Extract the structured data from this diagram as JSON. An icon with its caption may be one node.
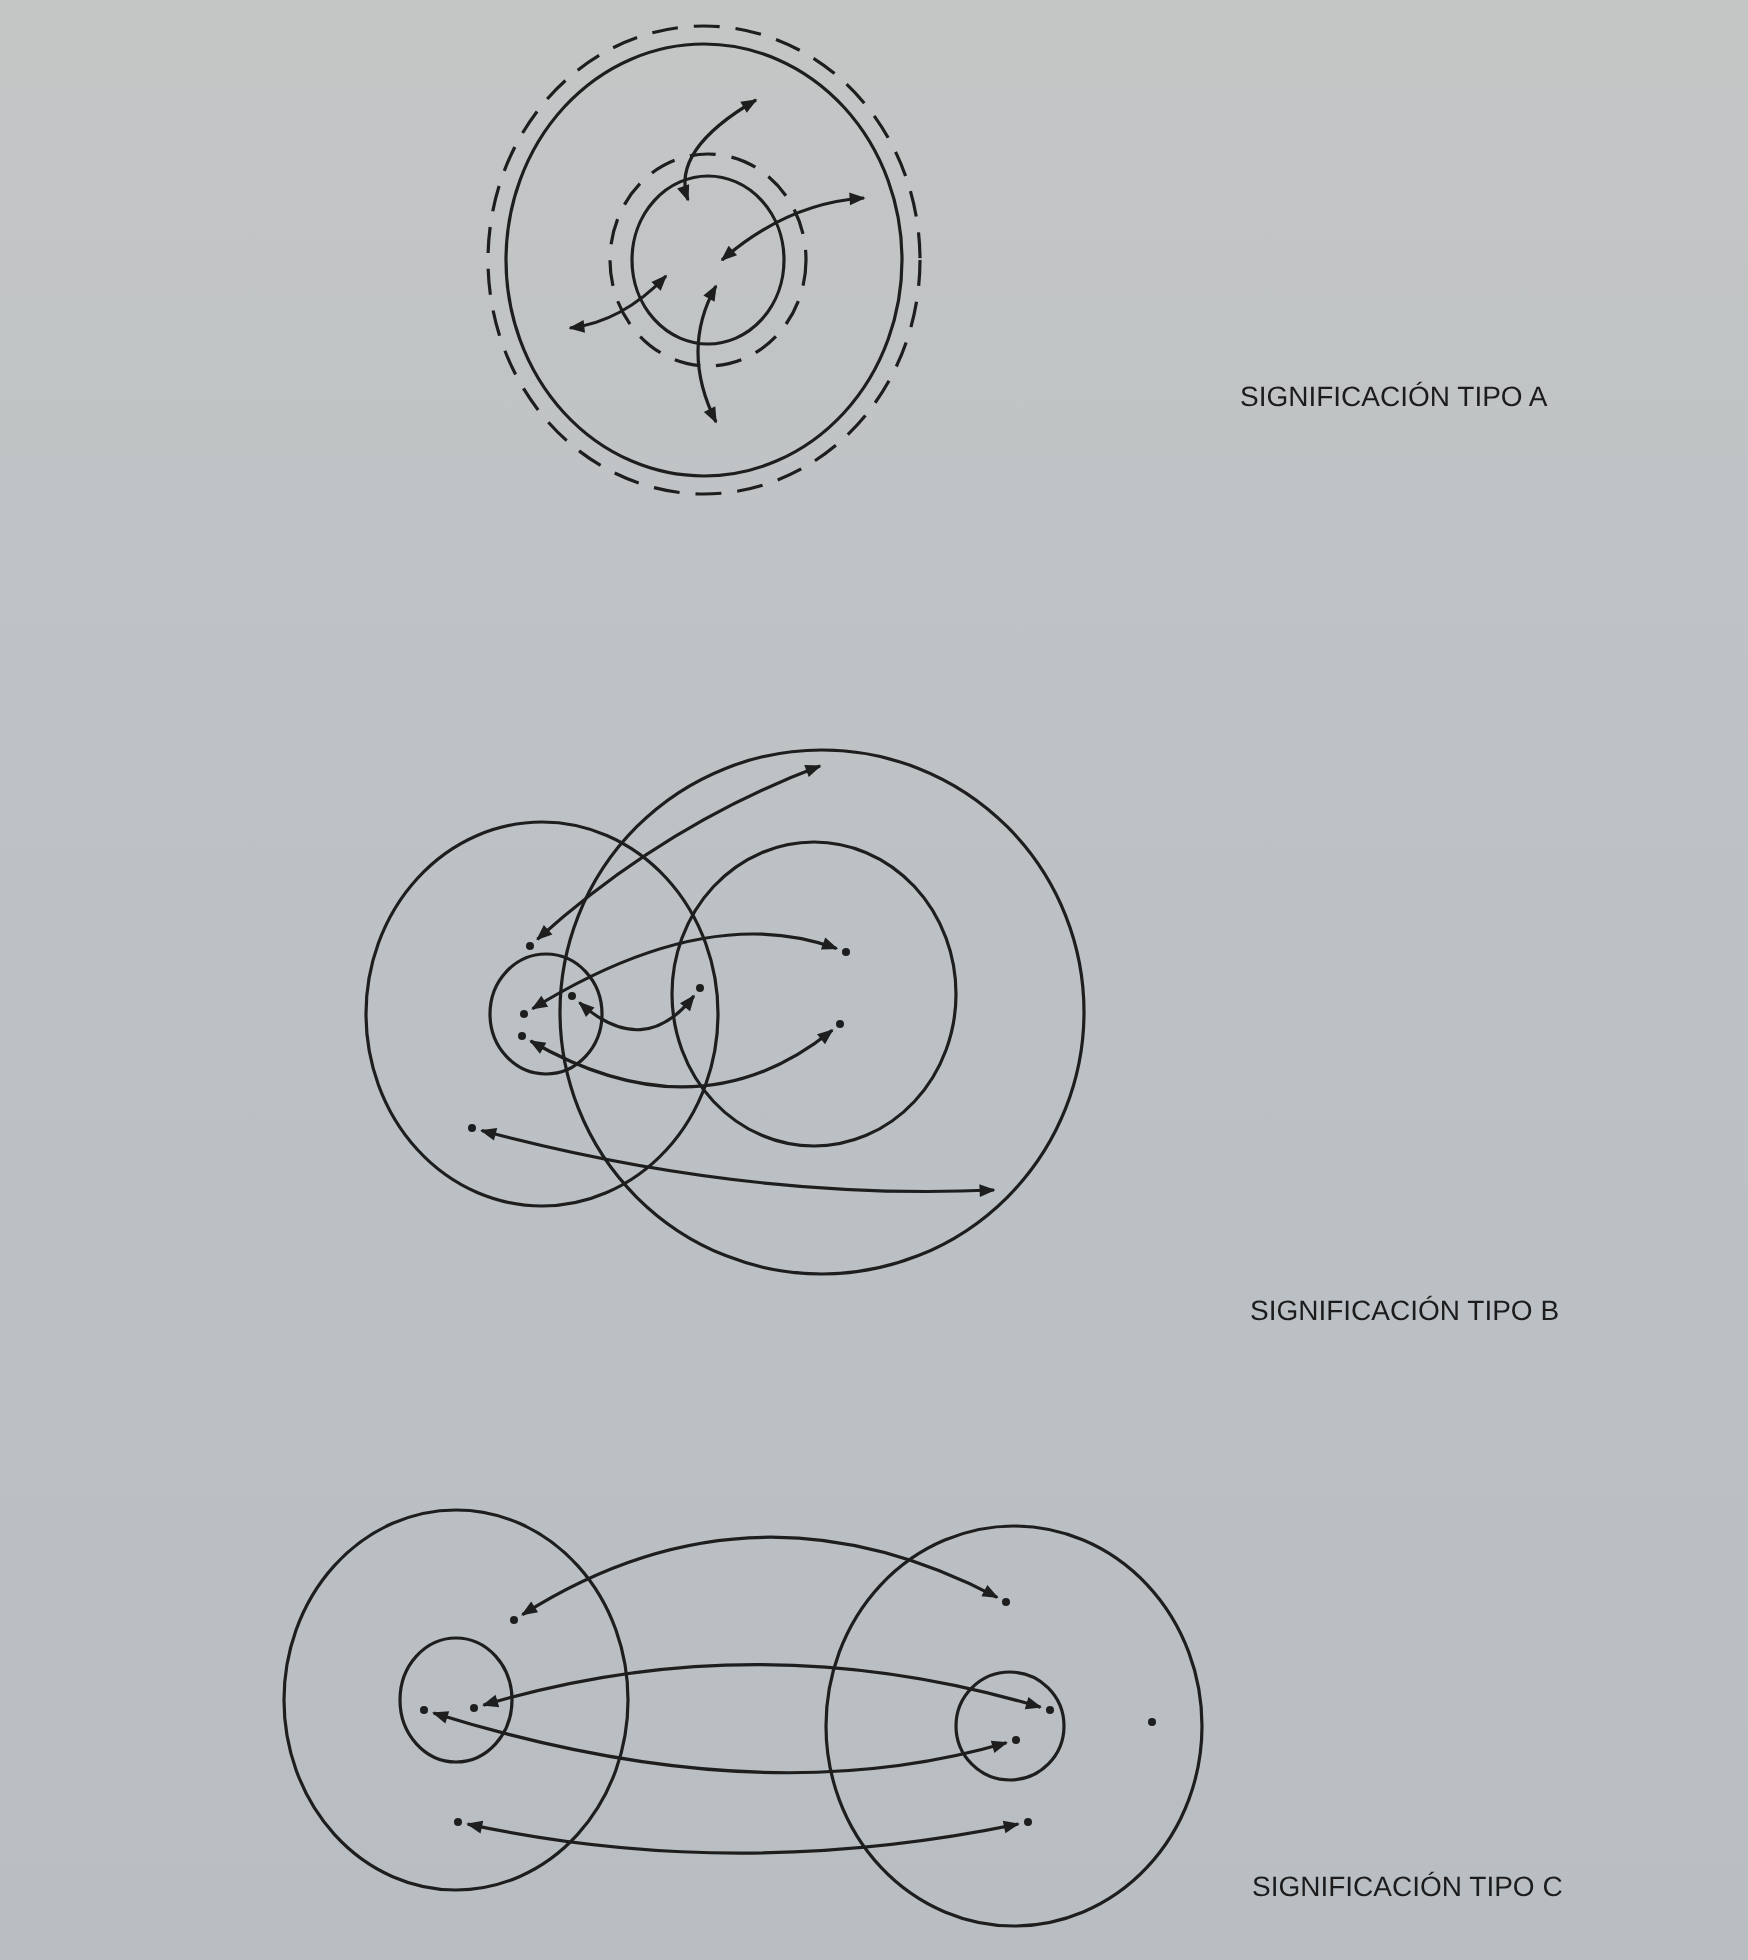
{
  "diagram": {
    "nodes": [
      {
        "text": [],
        "shape": "circle"
      },
      {
        "text": [],
        "shape": "circle"
      },
      {
        "text": [],
        "shape": "circle"
      },
      {
        "text": [],
        "shape": "circle"
      },
      {
        "text": [],
        "shape": "circle"
      },
      {
        "text": [],
        "shape": "circle"
      },
      {
        "text": [],
        "shape": "circle"
      },
      {
        "text": [],
        "shape": "circle"
      },
      {
        "text": [],
        "shape": "circle"
      },
      {
        "text": [],
        "shape": "circle"
      },
      {
        "text": [],
        "shape": "circle"
      },
      {
        "text": [],
        "shape": "circle"
      },
      {
        "text": [],
        "shape": "circle"
      },
      {
        "text": [],
        "shape": "circle"
      },
      {
        "text": [],
        "shape": "circle"
      },
      {
        "text": [],
        "shape": "circle"
      },
      {
        "text": [],
        "shape": "circle"
      }
    ],
    "edges": [
      {
        "from": 0,
        "to": null,
        "arrow": "both"
      },
      {
        "from": 1,
        "to": 5,
        "arrow": "both"
      },
      {
        "from": 3,
        "to": 4,
        "arrow": "both"
      },
      {
        "from": 2,
        "to": 6,
        "arrow": "both"
      },
      {
        "from": 7,
        "to": null,
        "arrow": "both"
      },
      {
        "from": 8,
        "to": 12,
        "arrow": "both"
      },
      {
        "from": 10,
        "to": 13,
        "arrow": "both"
      },
      {
        "from": 9,
        "to": 14,
        "arrow": "both"
      },
      {
        "from": 11,
        "to": 15,
        "arrow": "both"
      }
    ],
    "labels": [
      "SIGNIFICACIÓN TIPO A",
      "SIGNIFICACIÓN TIPO B",
      "SIGNIFICACIÓN TIPO C"
    ]
  }
}
